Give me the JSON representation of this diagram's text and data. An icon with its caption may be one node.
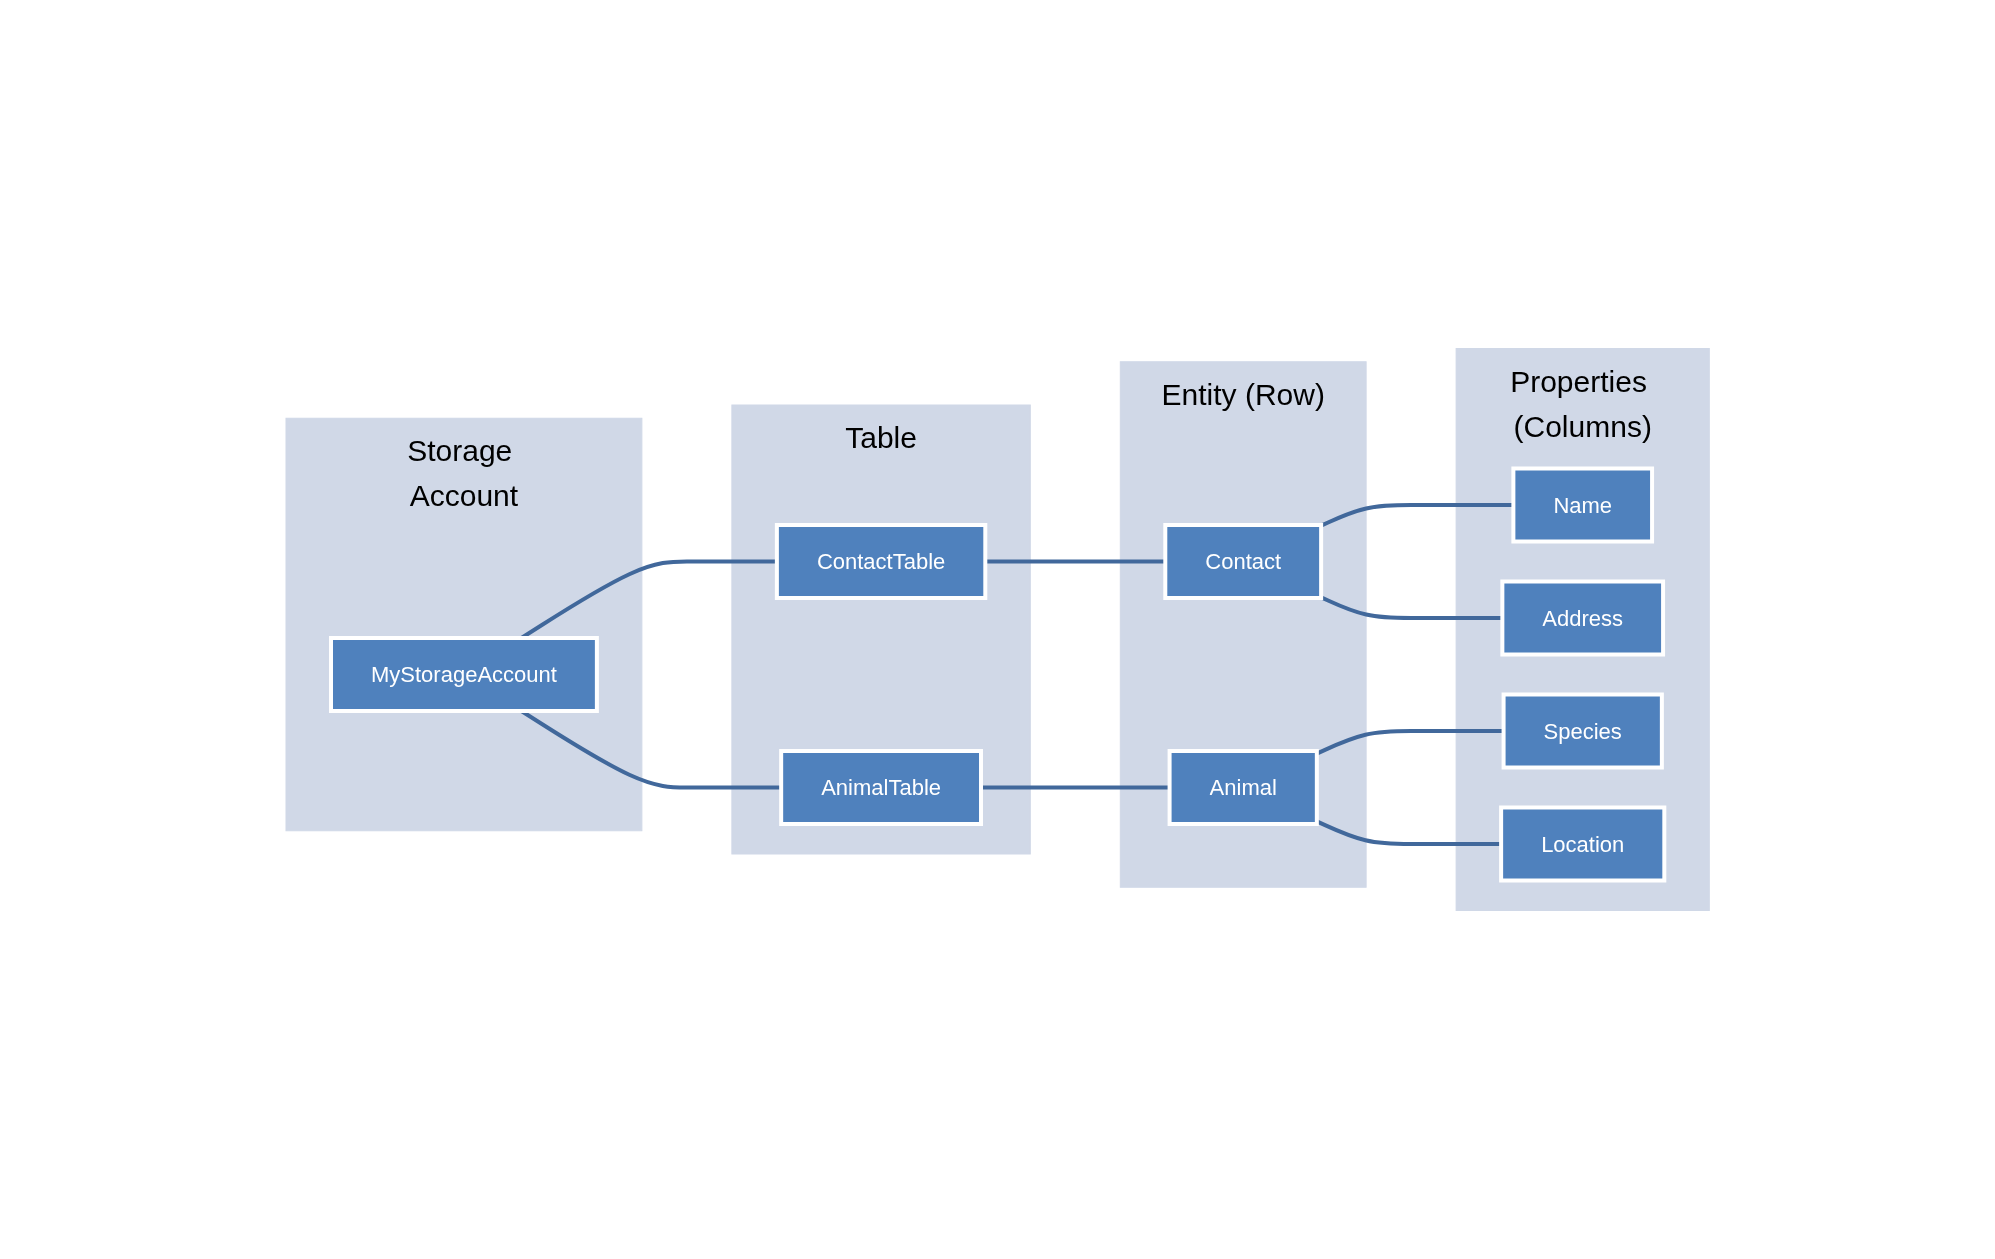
{
  "diagram": {
    "nodes": [
      {
        "text": [
          "Storage Account"
        ]
      },
      {
        "text": [
          "MyStorageAccount"
        ],
        "in": 0
      },
      {
        "text": [
          "Table"
        ]
      },
      {
        "text": [
          "ContactTable"
        ],
        "in": 2
      },
      {
        "text": [
          "AnimalTable"
        ],
        "in": 2
      },
      {
        "text": [
          "Entity (Row)"
        ]
      },
      {
        "text": [
          "Contact"
        ],
        "in": 5
      },
      {
        "text": [
          "Animal"
        ],
        "in": 5
      },
      {
        "text": [
          "Properties (Columns)"
        ]
      },
      {
        "text": [
          "Name"
        ],
        "in": 8
      },
      {
        "text": [
          "Address"
        ],
        "in": 8
      },
      {
        "text": [
          "Species"
        ],
        "in": 8
      },
      {
        "text": [
          "Location"
        ],
        "in": 8
      }
    ],
    "edges": [
      {
        "from": 1,
        "to": 3,
        "arrow": "none"
      },
      {
        "from": 1,
        "to": 4,
        "arrow": "none"
      },
      {
        "from": 3,
        "to": 6,
        "arrow": "none"
      },
      {
        "from": 4,
        "to": 7,
        "arrow": "none"
      },
      {
        "from": 6,
        "to": 9,
        "arrow": "none"
      },
      {
        "from": 6,
        "to": 10,
        "arrow": "none"
      },
      {
        "from": 7,
        "to": 11,
        "arrow": "none"
      },
      {
        "from": 7,
        "to": 12,
        "arrow": "none"
      }
    ]
  }
}
